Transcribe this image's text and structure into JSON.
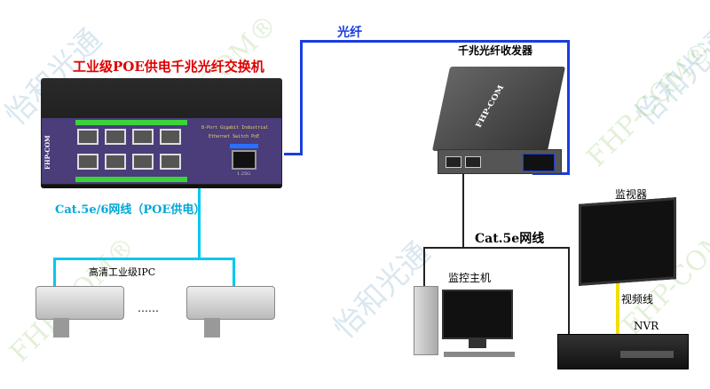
{
  "watermarks": {
    "cn": "怡和光通",
    "en": "FHP-COM®"
  },
  "switch": {
    "title": "工业级POE供电千兆光纤交换机",
    "brand": "FHP-COM",
    "desc1": "8-Port Gigabit Industrial",
    "desc2": "Ethernet Switch PoE",
    "sfp_label": "1.25G"
  },
  "fiber": {
    "label": "光纤",
    "color": "#1a3de0"
  },
  "transceiver": {
    "title": "千兆光纤收发器",
    "brand": "FHP-COM"
  },
  "poe_cable": {
    "label": "Cat.5e/6网线（POE供电）",
    "color": "#00c8f0"
  },
  "ipc": {
    "label": "高清工业级IPC",
    "dots": "……"
  },
  "lan": {
    "label": "Cat.5e网线"
  },
  "host": {
    "label": "监控主机"
  },
  "monitor": {
    "label": "监视器"
  },
  "video": {
    "label": "视频线",
    "color": "#f0e000"
  },
  "nvr": {
    "label": "NVR"
  }
}
